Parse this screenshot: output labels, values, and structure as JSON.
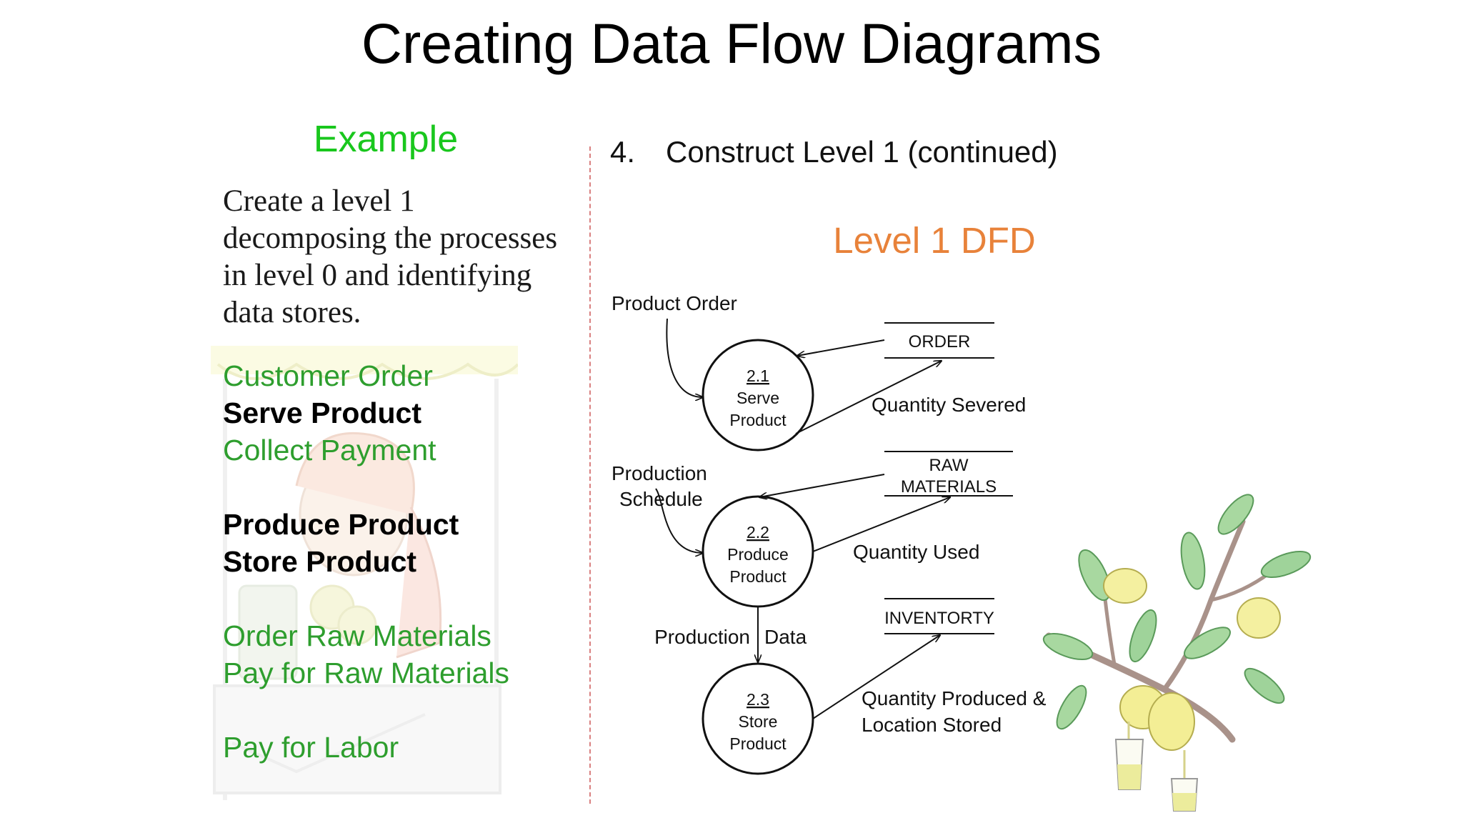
{
  "slide": {
    "title": "Creating Data Flow Diagrams"
  },
  "left": {
    "heading": "Example",
    "intro_lines": [
      "Create a level 1",
      "decomposing the processes",
      "in level 0 and identifying",
      "data stores."
    ],
    "process_list": [
      {
        "text": "Customer Order",
        "style": "green"
      },
      {
        "text": "Serve Product",
        "style": "bold"
      },
      {
        "text": "Collect Payment",
        "style": "green"
      },
      {
        "text": "Produce Product",
        "style": "bold"
      },
      {
        "text": "Store Product",
        "style": "bold"
      },
      {
        "text": "Order Raw Materials",
        "style": "green"
      },
      {
        "text": "Pay for Raw Materials",
        "style": "green"
      },
      {
        "text": "Pay for Labor",
        "style": "green"
      }
    ]
  },
  "right": {
    "step_number": "4.",
    "step_text": "Construct Level 1 (continued)",
    "diagram_title": "Level 1 DFD"
  },
  "diagram": {
    "processes": [
      {
        "id": "2.1",
        "lines": [
          "Serve",
          "Product"
        ]
      },
      {
        "id": "2.2",
        "lines": [
          "Produce",
          "Product"
        ]
      },
      {
        "id": "2.3",
        "lines": [
          "Store",
          "Product"
        ]
      }
    ],
    "data_stores": [
      {
        "lines": [
          "ORDER"
        ]
      },
      {
        "lines": [
          "RAW",
          "MATERIALS"
        ]
      },
      {
        "lines": [
          "INVENTORTY"
        ]
      }
    ],
    "flows": {
      "product_order": "Product Order",
      "quantity_severed": "Quantity Severed",
      "production_schedule": [
        "Production",
        "Schedule"
      ],
      "quantity_used": "Quantity Used",
      "production_data": [
        "Production",
        "Data"
      ],
      "quantity_produced": [
        "Quantity Produced &",
        "Location Stored"
      ]
    }
  },
  "colors": {
    "heading_green": "#19c71d",
    "list_green": "#2e9e2e",
    "level_title_orange": "#e8823a",
    "divider": "#d98080"
  },
  "images": {
    "left_background": "lemonade-stand-clipart",
    "right_decoration": "lemon-branch-illustration"
  }
}
